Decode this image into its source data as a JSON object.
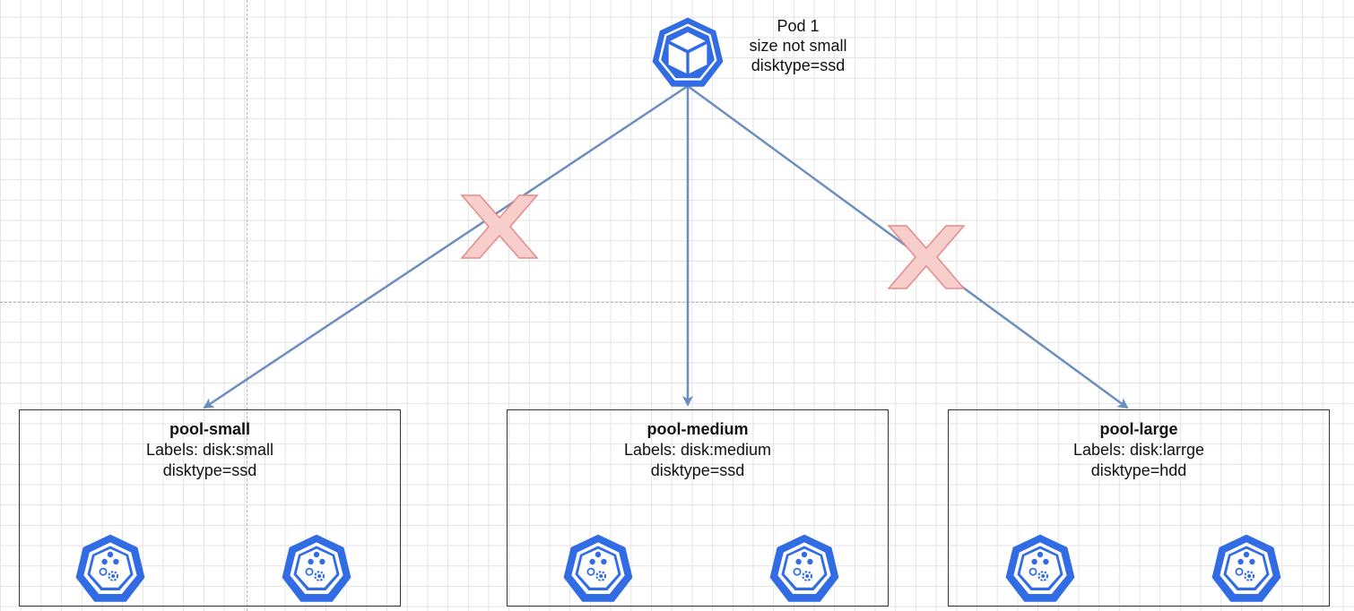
{
  "pod": {
    "icon": "kubernetes-pod-icon",
    "lines": [
      "Pod 1",
      "size not small",
      "disktype=ssd"
    ]
  },
  "pools": [
    {
      "name": "pool-small",
      "labels_line": "Labels: disk:small",
      "disktype_line": "disktype=ssd",
      "node_icons": [
        "kubernetes-node-icon",
        "kubernetes-node-icon"
      ]
    },
    {
      "name": "pool-medium",
      "labels_line": "Labels: disk:medium",
      "disktype_line": "disktype=ssd",
      "node_icons": [
        "kubernetes-node-icon",
        "kubernetes-node-icon"
      ]
    },
    {
      "name": "pool-large",
      "labels_line": "Labels: disk:larrge",
      "disktype_line": "disktype=hdd",
      "node_icons": [
        "kubernetes-node-icon",
        "kubernetes-node-icon"
      ]
    }
  ],
  "edges": [
    {
      "from": "pod",
      "to": "pool-small",
      "blocked": true
    },
    {
      "from": "pod",
      "to": "pool-medium",
      "blocked": false
    },
    {
      "from": "pod",
      "to": "pool-large",
      "blocked": true
    }
  ],
  "colors": {
    "edge": "#6c8ebf",
    "k8s_blue": "#326ce5",
    "blocked_fill": "#f8cecc",
    "blocked_stroke": "#e58a8a",
    "border": "#333333"
  }
}
